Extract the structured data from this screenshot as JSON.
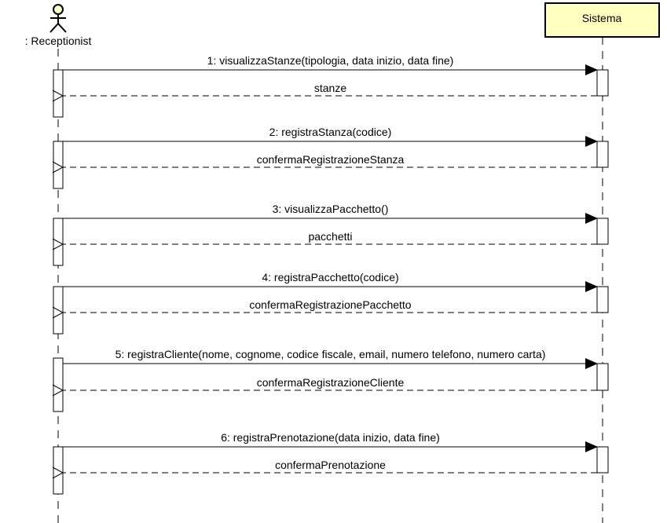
{
  "actor": {
    "name": ": Receptionist",
    "icon": "stick-figure-icon",
    "head_color": "#fdfdc8"
  },
  "system": {
    "name": "Sistema",
    "fill": "#ffffc0",
    "border": "#000000"
  },
  "messages": [
    {
      "call": "1: visualizzaStanze(tipologia, data inizio, data fine)",
      "reply": "stanze"
    },
    {
      "call": "2: registraStanza(codice)",
      "reply": "confermaRegistrazioneStanza"
    },
    {
      "call": "3: visualizzaPacchetto()",
      "reply": "pacchetti"
    },
    {
      "call": "4: registraPacchetto(codice)",
      "reply": "confermaRegistrazionePacchetto"
    },
    {
      "call": "5: registraCliente(nome, cognome, codice fiscale, email, numero telefono, numero carta)",
      "reply": "confermaRegistrazioneCliente"
    },
    {
      "call": "6: registraPrenotazione(data inizio, data fine)",
      "reply": "confermaPrenotazione"
    }
  ]
}
